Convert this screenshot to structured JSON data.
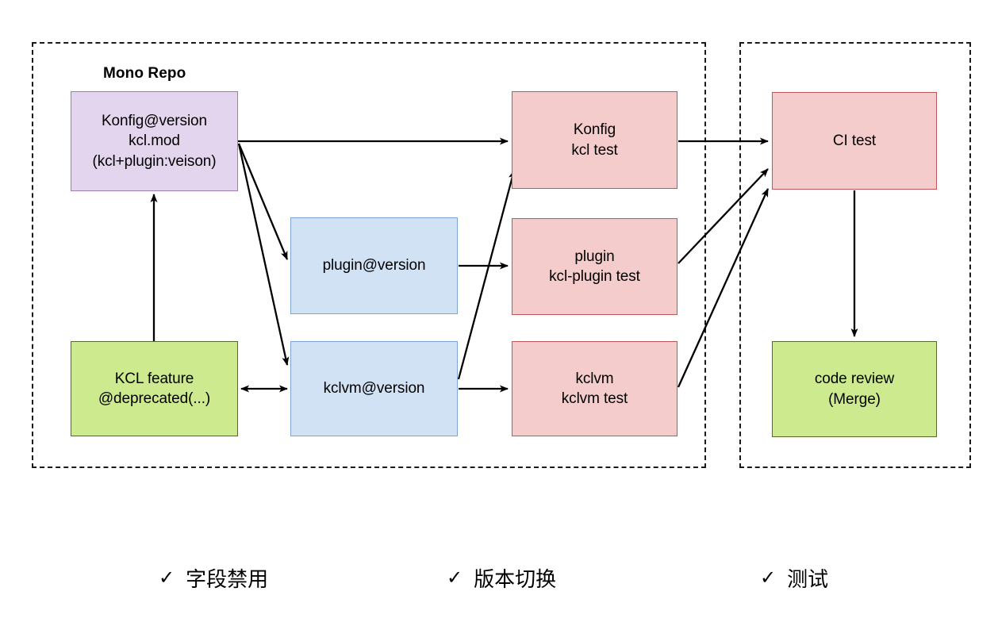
{
  "diagram": {
    "groups": [
      {
        "name": "mono-repo-group",
        "title": "Mono Repo"
      },
      {
        "name": "ci-group",
        "title": ""
      }
    ],
    "nodes": [
      {
        "id": "konfig-version",
        "label": "Konfig@version\nkcl.mod\n(kcl+plugin:veison)",
        "color": "#e4d5ee"
      },
      {
        "id": "kcl-feature",
        "label": "KCL feature\n@deprecated(...)",
        "color": "#cdeb8e"
      },
      {
        "id": "plugin-version",
        "label": "plugin@version",
        "color": "#d2e2f5"
      },
      {
        "id": "kclvm-version",
        "label": "kclvm@version",
        "color": "#d2e2f5"
      },
      {
        "id": "konfig-kcl-test",
        "label": "Konfig\nkcl test",
        "color": "#f5cccc"
      },
      {
        "id": "plugin-kcl-plugin-test",
        "label": "plugin\nkcl-plugin test",
        "color": "#f5cccc"
      },
      {
        "id": "kclvm-kclvm-test",
        "label": "kclvm\nkclvm test",
        "color": "#f5cccc"
      },
      {
        "id": "ci-test",
        "label": "CI test",
        "color": "#f5cccc"
      },
      {
        "id": "code-review",
        "label": "code review\n(Merge)",
        "color": "#cdeb8e"
      }
    ],
    "edges": [
      {
        "from": "konfig-version",
        "to": "konfig-kcl-test",
        "arrow": "single"
      },
      {
        "from": "konfig-version",
        "to": "plugin-version",
        "arrow": "single"
      },
      {
        "from": "konfig-version",
        "to": "kclvm-version",
        "arrow": "single"
      },
      {
        "from": "kcl-feature",
        "to": "konfig-version",
        "arrow": "single"
      },
      {
        "from": "kcl-feature",
        "to": "kclvm-version",
        "arrow": "double"
      },
      {
        "from": "plugin-version",
        "to": "plugin-kcl-plugin-test",
        "arrow": "single"
      },
      {
        "from": "kclvm-version",
        "to": "kclvm-kclvm-test",
        "arrow": "single"
      },
      {
        "from": "kclvm-version",
        "to": "konfig-kcl-test",
        "arrow": "single"
      },
      {
        "from": "konfig-kcl-test",
        "to": "ci-test",
        "arrow": "single"
      },
      {
        "from": "plugin-kcl-plugin-test",
        "to": "ci-test",
        "arrow": "single"
      },
      {
        "from": "kclvm-kclvm-test",
        "to": "ci-test",
        "arrow": "single"
      },
      {
        "from": "ci-test",
        "to": "code-review",
        "arrow": "single"
      }
    ]
  },
  "footer": {
    "checkmark": "✓",
    "items": [
      {
        "label": "字段禁用"
      },
      {
        "label": "版本切换"
      },
      {
        "label": "测试"
      }
    ]
  },
  "colors": {
    "purple": "#e4d5ee",
    "blue": "#d2e2f5",
    "red": "#f5cccc",
    "green": "#cdeb8e",
    "stroke": "#000000"
  }
}
